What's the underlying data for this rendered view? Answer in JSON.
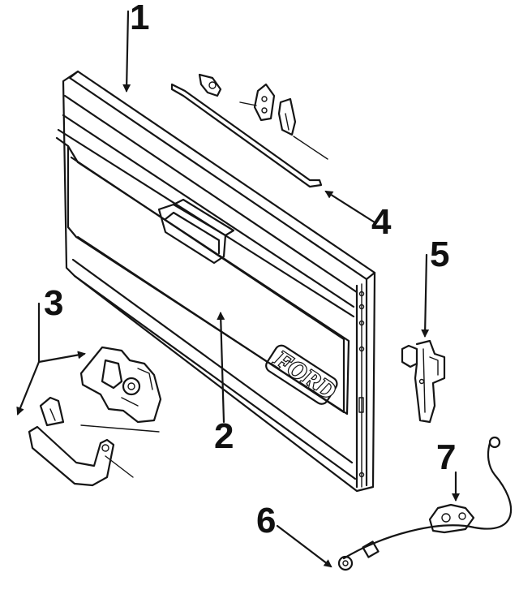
{
  "callouts": [
    {
      "id": "1",
      "label": "1"
    },
    {
      "id": "2",
      "label": "2"
    },
    {
      "id": "3",
      "label": "3"
    },
    {
      "id": "4",
      "label": "4"
    },
    {
      "id": "5",
      "label": "5"
    },
    {
      "id": "6",
      "label": "6"
    },
    {
      "id": "7",
      "label": "7"
    }
  ],
  "emblem": {
    "text": "FORD"
  },
  "colors": {
    "ink": "#151515",
    "background": "#ffffff"
  }
}
